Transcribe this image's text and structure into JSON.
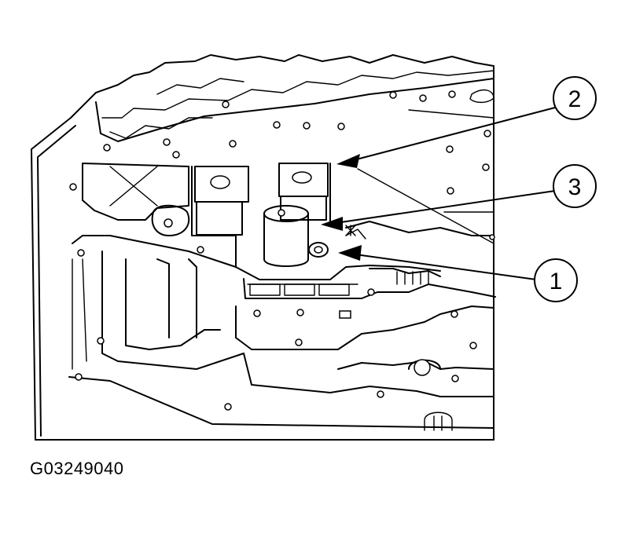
{
  "figure": {
    "id_label": "G03249040",
    "callouts": [
      {
        "label": "1"
      },
      {
        "label": "2"
      },
      {
        "label": "3"
      }
    ]
  },
  "colors": {
    "line": "#000000",
    "background": "#ffffff"
  }
}
